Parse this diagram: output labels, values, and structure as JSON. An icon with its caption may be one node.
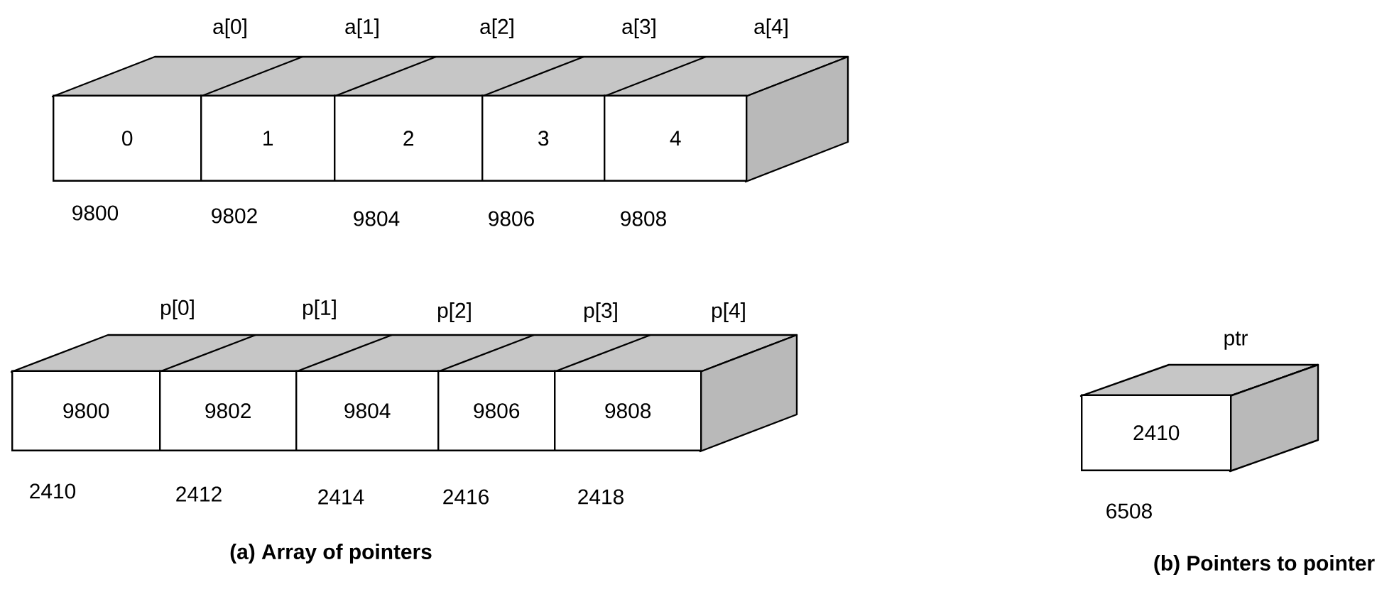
{
  "diagram": {
    "nodes": [
      {
        "text": [
          "0"
        ],
        "beside": [
          "9800"
        ]
      },
      {
        "text": [
          "1"
        ],
        "beside": [
          "9802"
        ]
      },
      {
        "text": [
          "2"
        ],
        "beside": [
          "9804"
        ]
      },
      {
        "text": [
          "3"
        ],
        "beside": [
          "9806"
        ]
      },
      {
        "text": [
          "4"
        ],
        "beside": [
          "9808"
        ]
      },
      {
        "text": [
          "9800"
        ],
        "beside": [
          "2410"
        ]
      },
      {
        "text": [
          "9802"
        ],
        "beside": [
          "2412"
        ]
      },
      {
        "text": [
          "9804"
        ],
        "beside": [
          "2414"
        ]
      },
      {
        "text": [
          "9806"
        ],
        "beside": [
          "2416"
        ]
      },
      {
        "text": [
          "9808"
        ],
        "beside": [
          "2418"
        ]
      },
      {
        "text": [
          "2410"
        ],
        "beside": [
          "6508"
        ]
      }
    ],
    "edges": [],
    "labels": [
      "a[0]",
      "a[1]",
      "a[2]",
      "a[3]",
      "a[4]",
      "p[0]",
      "p[1]",
      "p[2]",
      "p[3]",
      "p[4]",
      "ptr",
      "(a) Array of pointers",
      "(b) Pointers to pointer"
    ]
  }
}
